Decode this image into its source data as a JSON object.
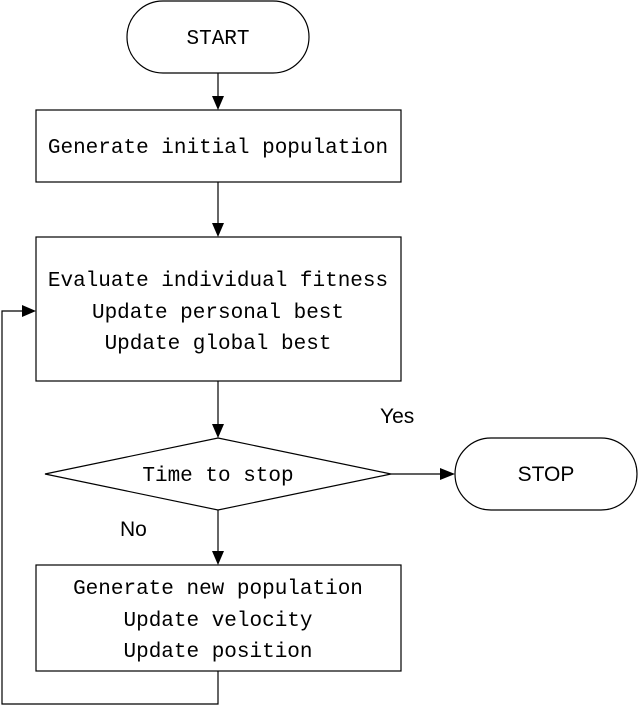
{
  "nodes": {
    "start": {
      "label": "START"
    },
    "generate_initial": {
      "label": "Generate initial population"
    },
    "evaluate": {
      "lines": [
        "Evaluate individual fitness",
        "Update personal best",
        "Update global best"
      ]
    },
    "decision": {
      "label": "Time to stop"
    },
    "stop": {
      "label": "STOP"
    },
    "generate_new": {
      "lines": [
        "Generate new population",
        "Update velocity",
        "Update position"
      ]
    }
  },
  "edge_labels": {
    "yes": "Yes",
    "no": "No"
  }
}
